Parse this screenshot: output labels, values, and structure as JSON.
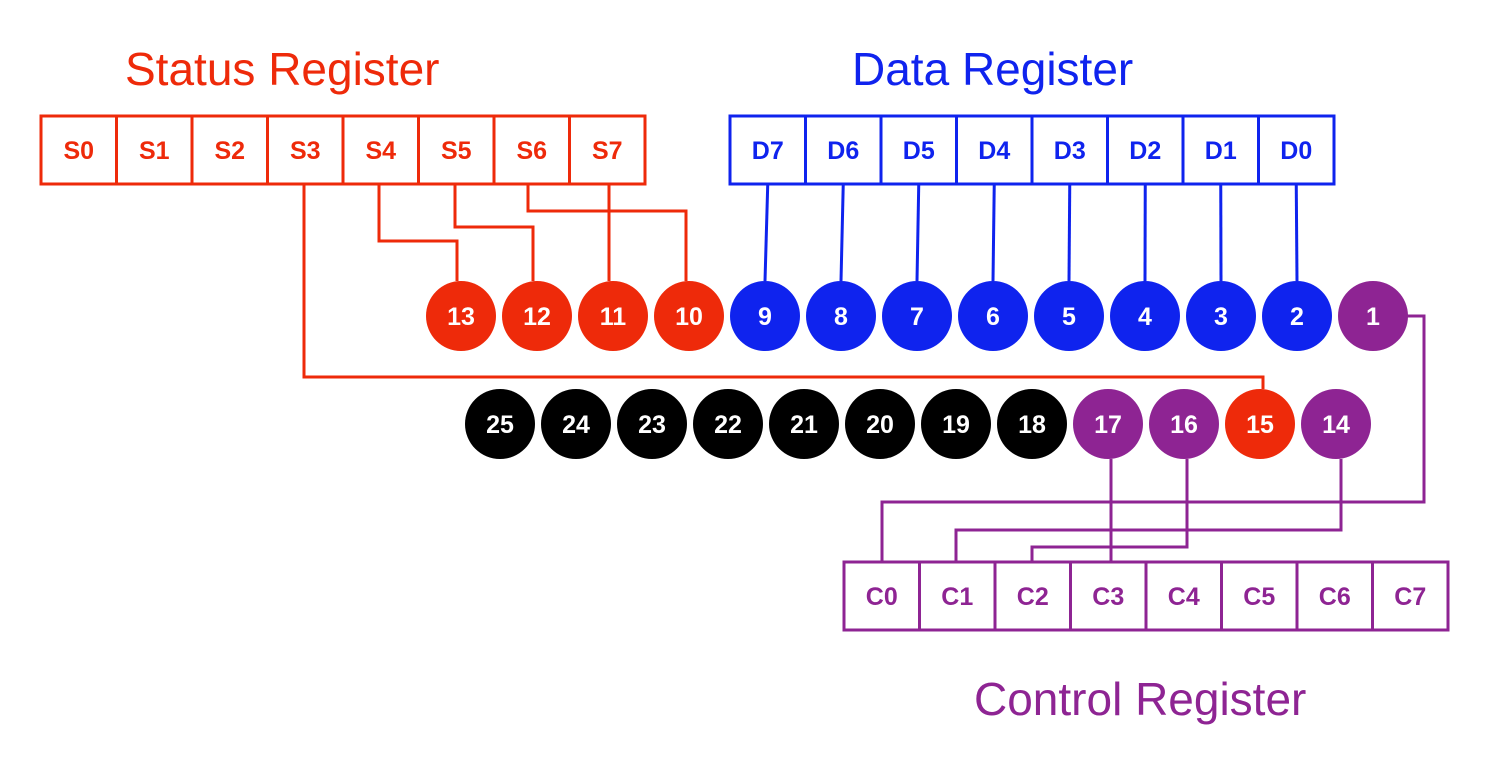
{
  "colors": {
    "status": "#ee2a0a",
    "data": "#0f23ee",
    "control": "#8e2493",
    "ground": "#000000",
    "pin_text": "#ffffff",
    "background": "#ffffff"
  },
  "registers": {
    "status": {
      "title": "Status Register",
      "cells": [
        "S0",
        "S1",
        "S2",
        "S3",
        "S4",
        "S5",
        "S6",
        "S7"
      ]
    },
    "data": {
      "title": "Data Register",
      "cells": [
        "D7",
        "D6",
        "D5",
        "D4",
        "D3",
        "D2",
        "D1",
        "D0"
      ]
    },
    "control": {
      "title": "Control Register",
      "cells": [
        "C0",
        "C1",
        "C2",
        "C3",
        "C4",
        "C5",
        "C6",
        "C7"
      ]
    }
  },
  "pins": {
    "row1": [
      {
        "label": "13",
        "group": "status"
      },
      {
        "label": "12",
        "group": "status"
      },
      {
        "label": "11",
        "group": "status"
      },
      {
        "label": "10",
        "group": "status"
      },
      {
        "label": "9",
        "group": "data"
      },
      {
        "label": "8",
        "group": "data"
      },
      {
        "label": "7",
        "group": "data"
      },
      {
        "label": "6",
        "group": "data"
      },
      {
        "label": "5",
        "group": "data"
      },
      {
        "label": "4",
        "group": "data"
      },
      {
        "label": "3",
        "group": "data"
      },
      {
        "label": "2",
        "group": "data"
      },
      {
        "label": "1",
        "group": "control"
      }
    ],
    "row2": [
      {
        "label": "25",
        "group": "ground"
      },
      {
        "label": "24",
        "group": "ground"
      },
      {
        "label": "23",
        "group": "ground"
      },
      {
        "label": "22",
        "group": "ground"
      },
      {
        "label": "21",
        "group": "ground"
      },
      {
        "label": "20",
        "group": "ground"
      },
      {
        "label": "19",
        "group": "ground"
      },
      {
        "label": "18",
        "group": "ground"
      },
      {
        "label": "17",
        "group": "control"
      },
      {
        "label": "16",
        "group": "control"
      },
      {
        "label": "15",
        "group": "status"
      },
      {
        "label": "14",
        "group": "control"
      }
    ]
  },
  "connections": [
    {
      "bit": "S3",
      "pin": "15"
    },
    {
      "bit": "S4",
      "pin": "13"
    },
    {
      "bit": "S5",
      "pin": "12"
    },
    {
      "bit": "S6",
      "pin": "10"
    },
    {
      "bit": "S7",
      "pin": "11"
    },
    {
      "bit": "D7",
      "pin": "9"
    },
    {
      "bit": "D6",
      "pin": "8"
    },
    {
      "bit": "D5",
      "pin": "7"
    },
    {
      "bit": "D4",
      "pin": "6"
    },
    {
      "bit": "D3",
      "pin": "5"
    },
    {
      "bit": "D2",
      "pin": "4"
    },
    {
      "bit": "D1",
      "pin": "3"
    },
    {
      "bit": "D0",
      "pin": "2"
    },
    {
      "bit": "C0",
      "pin": "1"
    },
    {
      "bit": "C1",
      "pin": "14"
    },
    {
      "bit": "C2",
      "pin": "16"
    },
    {
      "bit": "C3",
      "pin": "17"
    }
  ]
}
